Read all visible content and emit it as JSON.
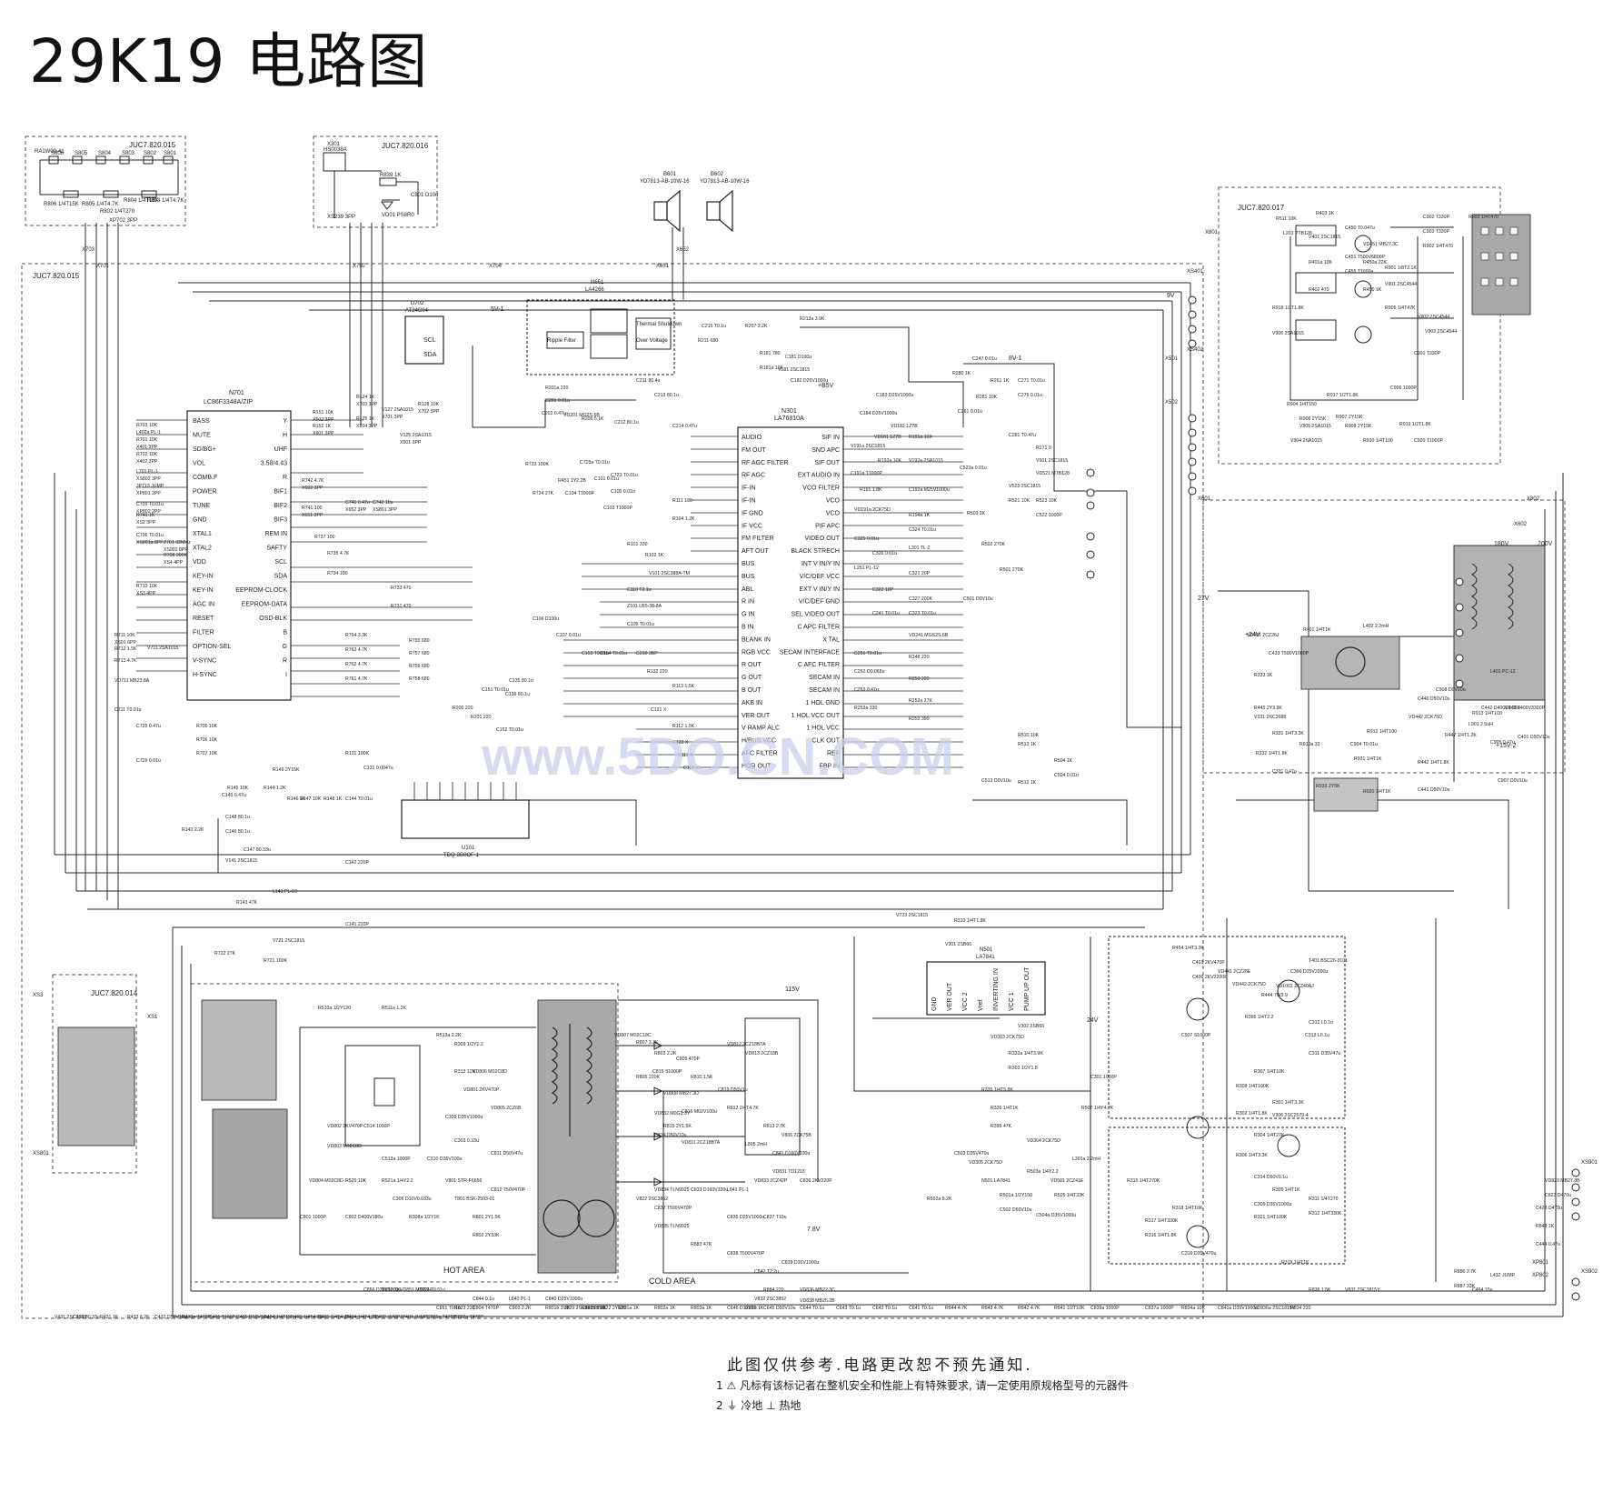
{
  "title": "29K19 电路图",
  "boards": [
    {
      "id": "JUC7.820.015",
      "label": "JUC7.820.015"
    },
    {
      "id": "JUC7.820.016",
      "label": "JUC7.820.016"
    },
    {
      "id": "JUC7.820.017",
      "label": "JUC7.820.017"
    },
    {
      "id": "JUC7.820.014",
      "label": "JUC7.820.014"
    },
    {
      "id": "JUC7.820.015b",
      "label": "JUC7.820.015"
    }
  ],
  "ics": [
    {
      "id": "N701",
      "ref": "N701",
      "part": "LC86F3348A/ZIP"
    },
    {
      "id": "N301",
      "ref": "N301",
      "part": "LA76810A"
    },
    {
      "id": "N651",
      "ref": "N651",
      "part": "LA4266"
    },
    {
      "id": "N501",
      "ref": "N501",
      "part": "LA7841"
    },
    {
      "id": "D702",
      "ref": "D702",
      "part": "AT24C04"
    },
    {
      "id": "U101",
      "ref": "U101",
      "part": "TDQ-3B0OF-1"
    }
  ],
  "n701_pins_left": [
    "BASS",
    "MUTE",
    "SD/BG+",
    "VOL",
    "COMB.F",
    "POWER",
    "TUNE",
    "GND",
    "XTAL1",
    "XTAL2",
    "VDD",
    "KEY-IN",
    "KEY-IN",
    "AGC IN",
    "RESET",
    "FILTER",
    "OPTION-SEL",
    "V-SYNC",
    "H-SYNC"
  ],
  "n701_pins_right": [
    "Y",
    "H",
    "UHF",
    "3.58/4.43",
    "R",
    "BIF1",
    "BIF2",
    "BIF3",
    "REM IN",
    "SAFTY",
    "SCL",
    "SDA",
    "EEPROM-CLOCK",
    "EEPROM-DATA",
    "OSD-BLK",
    "B",
    "G",
    "R",
    "I"
  ],
  "n301_pins_left": [
    "AUDIO",
    "FM OUT",
    "RF AGC FILTER",
    "RF AGC",
    "IF-IN",
    "IF-IN",
    "IF GND",
    "IF VCC",
    "FM FILTER",
    "AFT OUT",
    "BUS",
    "BUS",
    "ABL",
    "R IN",
    "G IN",
    "B IN",
    "BLANK IN",
    "RGB VCC",
    "R OUT",
    "G OUT",
    "B OUT",
    "AKB IN",
    "VER OUT",
    "V RAMP ALC",
    "H/BUS VCC",
    "AFC FILTER",
    "HOR OUT"
  ],
  "n301_pins_right": [
    "SIF IN",
    "SND APC",
    "SIF OUT",
    "EXT AUDIO IN",
    "VCO FILTER",
    "VCO",
    "VCO",
    "PIF APC",
    "VIDEO OUT",
    "BLACK STRECH",
    "INT V IN/Y IN",
    "V/C/DEF VCC",
    "EXT V IN/Y IN",
    "V/C/DEF GND",
    "SEL VIDEO OUT",
    "C APC FILTER",
    "X TAL",
    "SECAM INTERFACE",
    "C AFC FILTER",
    "SECAM IN",
    "SECAM IN",
    "1 HOL GND",
    "1 HOL VCC OUT",
    "1 HOL VCC",
    "CLK OUT",
    "REF",
    "FBP IN"
  ],
  "n501_pins": [
    "GND",
    "VER OUT",
    "VCC 2",
    "Vref",
    "INVERTING IN",
    "VCC 1",
    "PUMP UP OUT"
  ],
  "ic_inner_labels": [
    "Thermal Shutdown",
    "Over Voltage",
    "Ripple Filter"
  ],
  "speakers": [
    {
      "ref": "B601",
      "part": "YD7813-AB-10W-16"
    },
    {
      "ref": "B602",
      "part": "YD7813-AB-10W-16"
    }
  ],
  "voltage_labels": [
    "5V-1",
    "8V-1",
    "9V",
    "+B5V",
    "115V",
    "24V",
    "7.8V",
    "27V",
    "+24V",
    "+15V-2",
    "180V",
    "200V"
  ],
  "area_labels": {
    "hot": "HOT AREA",
    "cold": "COLD AREA"
  },
  "component_labels": [
    "R703 10K",
    "R701 10K",
    "R702 10K",
    "R124 1K",
    "R125 1K",
    "R128 10K",
    "V127 2SA1015",
    "V125 2SA1015",
    "R151 10K",
    "R152 1K",
    "R742 4.7K",
    "R741 100",
    "C741 0.47u",
    "C742 10u",
    "L701 PL-1",
    "JP713 JUMP",
    "C703 T0.01u",
    "R741 1K",
    "C706 T0.01u",
    "Z701 32MHz",
    "R708 300K",
    "R710 10K",
    "R711 10K",
    "R712 1.5K",
    "R713 4.7K",
    "V711 2SA1015",
    "VD711 MB23.8A",
    "C711 T0.01u",
    "C725 0.47u",
    "R735 4.7K",
    "R737 100",
    "R734 100",
    "R733 470",
    "R731 470",
    "R764 3.3K",
    "R763 4.7K",
    "R762 4.7K",
    "R761 4.7K",
    "R755 680",
    "R757 680",
    "R756 680",
    "R758 680",
    "R705 10K",
    "R706 10K",
    "R707 10K",
    "C729 0.01u",
    "R131 100K",
    "C131 0.0047u",
    "R149 2Y15K",
    "R144 1.2K",
    "R145 10K",
    "R146 1K",
    "R147 10K",
    "R148 1K",
    "C144 T0.01u",
    "C145 0.47u",
    "C148 80.1u",
    "C146 80.1u",
    "C147 80.33u",
    "V141 2SC1815",
    "R142 2.2K",
    "C142 220P",
    "L141 PL-10",
    "R143 47K",
    "C141 220P",
    "V721 2SC1815",
    "R721 100K",
    "R722 27K",
    "V723 2SC1815",
    "R723 100K",
    "R724 27K",
    "C723 T0.01u",
    "C725a T0.01u",
    "R451 1Y2.2B",
    "C101 0.01u",
    "C105 0.01u",
    "C104 T1000P",
    "C103 T1000P",
    "R111 180",
    "R104 1.2K",
    "R101 330",
    "R102 1K",
    "V101 2SC388A-TM",
    "C110 T2.1u",
    "Z101 LB5-38-8A",
    "C109 T0.01u",
    "C106 D100u",
    "C107 0.01u",
    "C135 80.1u",
    "C136 80.1u",
    "R200 220",
    "R201 220",
    "C151 T0.01u",
    "C152 T0.01u",
    "C153 T0.01u",
    "C154 T0.01u",
    "C210 3BP",
    "R132 220",
    "R113 1.5K",
    "R112 1.5K",
    "C121 X",
    "C123 X",
    "C111 X",
    "C112 X",
    "R201a 220",
    "C201 0.01u",
    "C202 0.47u",
    "VD201 MG2S.6B",
    "R206 5.1K",
    "C212 80.1u",
    "C211 80.4u",
    "C213 80.1u",
    "C214 0.47u",
    "C215 T0.1u",
    "R211 680",
    "R207 2.2K",
    "R213a 3.9K",
    "C181 D100u",
    "R181 780",
    "R181a 10K",
    "V181 2SC1815",
    "C182 D25V1000u",
    "C183 D25V1000u",
    "C184 D25V1000u",
    "VD182 1Z7B",
    "VD181 1Z7B",
    "R191a 10K",
    "V191a 2SC1815",
    "R192a 10K",
    "V192a 2SA1015",
    "C191a T1000P",
    "R191 1.8K",
    "C192a M25V1000u",
    "VD191a 2CK75D",
    "R194a 1K",
    "C324 T0.01u",
    "C325 0.01u",
    "L301 TL-2",
    "C326 0.01u",
    "L251 PL-12",
    "C321 20P",
    "C327 200K",
    "C322 18P",
    "C323 T0.01u",
    "C241 T0.01u",
    "VD241 MGS2S.6B",
    "R248 220",
    "R250 220",
    "C251 T0.01u",
    "C252 D0.068u",
    "C253 0.47u",
    "R253a 330",
    "R252a 27K",
    "R253 390",
    "C247 0.01u",
    "R280 1K",
    "R281 10K",
    "C261 0.01u",
    "R261 1K",
    "C271 T0.01u",
    "C275 0.01u",
    "C281 T0.47u",
    "R271 0",
    "V501 2SC1815",
    "VD521 MTB128",
    "V523 2SC1815",
    "R521 10K",
    "R523 10K",
    "C522 1000P",
    "C523a 0.01u",
    "C501 D0V10u",
    "R501 270K",
    "R502 270K",
    "R503 1K",
    "R504 1K",
    "C504 0.01u",
    "R512 1K",
    "C513 D0V10u",
    "R513 1K",
    "R510 10K",
    "R511 10K",
    "L201 PTB128",
    "V401 2SC1815",
    "R401a 10K",
    "R402 470",
    "R403 1K",
    "C450 T0.047u",
    "C451 T500V6800P",
    "C455 T1000u",
    "VD451 MB27.3C",
    "R450a 22K",
    "R450 1K",
    "R901 1/8T2.1K",
    "V901 2SC4544",
    "R905 1/4T47K",
    "V902 2SC4544",
    "V903 2SC4544",
    "C901 T330P",
    "C902 T330P",
    "C903 T330P",
    "R902 1/4T470",
    "R903 1/4T470",
    "R904 1/4T150",
    "R906 2Y15K",
    "R907 2Y15K",
    "R908 2Y15K",
    "V904 2SA1015",
    "V905 2SA1015",
    "V906 2SA1015",
    "C906 1000P",
    "R917 1/2T1.8K",
    "R918 1/2T1.8K",
    "R919 1/2T1.8K",
    "C920 T1000P",
    "R910 1/4T100",
    "R912 1/4T100",
    "C904 T0.01u",
    "R931 1/4T1K",
    "R933 2Y5K",
    "R920 1/4T1K",
    "L901 2.5uH",
    "C905 0.47u",
    "C907 D0V10u",
    "C908 D0V10u",
    "R913 1/4T100",
    "R910a 33",
    "V331 2SC2688",
    "R331 1/4T3.3K",
    "R332 1/4T1.8K",
    "C331 0.47u",
    "R333 1K",
    "C433 T500V1000P",
    "R445 2Y3.9K",
    "C446 D50V10u",
    "VD442 2CK75D",
    "R447 1/4T1.2K",
    "R442 1/4T1.8K",
    "C441 D50V10u",
    "C442 D400V0.33u",
    "C443 T400V3300P",
    "L401 PC-12",
    "L402 2.2mH",
    "VD401 2CZ26J",
    "R401 1/4T1K",
    "C401 D50V10u",
    "C403 2KV470P",
    "C436 2KV2200P",
    "R454 1/4T3.3K",
    "VD441 2CZ26E",
    "VD442 2CK75D",
    "R444 7W3.9",
    "VD1001 2CZ40AJ",
    "R366 1/4T2.2",
    "C366 D25V2000u",
    "T401 BSC26-3101",
    "C312 L0.1u",
    "C313 L0.1u",
    "C311 D35V47u",
    "R307 1/4T10K",
    "R308 1/4T100K",
    "R301 1/4T3.3K",
    "R302 1/4T1.8K",
    "V306 2SC2579-4",
    "R304 1/4T27K",
    "R306 1/4T3.3K",
    "C314 D50V0.1u",
    "R305 1/4T1K",
    "C305 D35V1000u",
    "R321 1/4T100K",
    "R317 1/4T330K",
    "R316 1/4T1.8K",
    "R315 1/4T270K",
    "R318 1/4T10K",
    "C316 D35V470u",
    "R319 1/4T1K",
    "R311 1/4T270",
    "R312 1/4T330K",
    "R310 1/4T1.8K",
    "V301 2SB66",
    "V302 2SB66",
    "VD303 2CK75D",
    "R332a 1/4T3.9K",
    "R303 1/2Y1.8",
    "C301 1000P",
    "R335 1/4T5.8K",
    "R336 1/4T1K",
    "R399 47K",
    "VD304 2CK75D",
    "VD305 2CK75D",
    "N501 LA7841",
    "R501a 1/2Y150",
    "R502a 8.2K",
    "C502 D50V10u",
    "VD501 2CZ41E",
    "R503a 1/4Y2.2",
    "L301a 2.2mH",
    "C503 D35V470u",
    "R505 1/4T33K",
    "C504a D35V1000u",
    "R507 1/4Y4.7K",
    "C507 S1000P",
    "R510a 1/2Y120",
    "R511a 1.2K",
    "R513a 2.2K",
    "C513a 1000P",
    "C514 1000P",
    "R520 10K",
    "R521a 1/4Y2.2",
    "C306 D10V0.033u",
    "R308a 1/2Y1K",
    "R309 1/2Y2.2",
    "R313 12K",
    "C309 D35V1000u",
    "C303 0.33u",
    "C310 D35V100u",
    "V801 STR-F6656",
    "T801 BSK-2503-01",
    "VD801 2KV470P",
    "VD802 2KV470P",
    "VD803 M02C8D",
    "VD804 M02C8D",
    "C801 1000P",
    "C802 D400V180u",
    "R801 2Y1.5K",
    "R802 2Y33K",
    "C811 D50V47u",
    "VD805 2CZ6B",
    "VD806 M02C8D",
    "C812 T50V470P",
    "VD807 M02C18C",
    "R807 3.3K",
    "R803 2.2K",
    "C805 470P",
    "C815 S1000P",
    "R805 220K",
    "VD808 MB27.3D",
    "R810 1.5K",
    "VD832 M0G3.3Y",
    "C816 M02V100u",
    "R815 2Y1.5K",
    "C814 D50V10u",
    "VD811 2CZ18BTA",
    "VD812 2CZ18BTA",
    "VD813 2CZ18B",
    "C819 D50V1u",
    "R812 2/4T4.7K",
    "R813 2.7K",
    "V806 2CK75B",
    "L805 2mH",
    "C841 D160V330u",
    "VD831 TD1203",
    "VD833 2CZ42P",
    "C836 2KV220P",
    "C833 D160V330u",
    "C835 D25V1000u",
    "C837 T10u",
    "VD834 TLN9025",
    "C832 T500V470P",
    "VD835 TLN9025",
    "C838 T500V470P",
    "C842 T2.2u",
    "C839 D35V1000u",
    "R883 47K",
    "R884 220",
    "VD836 MB22.3C",
    "V832 2SC3852",
    "VD838 MB25.2B",
    "R888 1K",
    "V822 2SC3852",
    "L841 PL-1",
    "C844 0.1u",
    "L842 PL-1",
    "C840 D25V1000u",
    "V829 2SC1815Y",
    "R821 2Y56",
    "R822 2Y120",
    "R823 220",
    "C851 T0.1u",
    "C852 T0.01u",
    "VD851 MB13H",
    "R850 1K",
    "C856 D25V1000u",
    "VD823 MB27.8B",
    "C823 D470u",
    "C428 D470u",
    "R848 1K",
    "C444 0.47u",
    "L432 JUMP",
    "C464 15u",
    "R886 2.7K",
    "R887 33K",
    "V831 2SC1815Y",
    "R836 1.5K",
    "R834 220",
    "VD836a 2SC1815Y",
    "C841a D35V1000u",
    "R834a 10K",
    "C837a 1000P",
    "C839a 1000P",
    "R641 1/2T10K",
    "R642 4.7K",
    "R643 4.7K",
    "R644 4.7K",
    "C641 T0.1u",
    "C642 T0.1u",
    "C643 T0.1u",
    "C644 T0.1u",
    "C645 D50V10u",
    "C646 D10V2u",
    "R803a 1K",
    "R802a 1K",
    "R801a 1K",
    "R802b 2.2K",
    "R801b 3.3K",
    "C803 2.2K",
    "C804 T470P",
    "C802a T470P",
    "C801a T470P",
    "JP401 JUMP",
    "JP402 JUMP",
    "R404 1/4T4.7K",
    "R405 1/4T4.7K",
    "R406 1/4T4.7K",
    "C404 1/4T1K",
    "C405 D50V10u",
    "C406 T100P",
    "C433a T470P",
    "C432 D50V10u",
    "R433 8.2K",
    "R431 1K",
    "C431 80.33u",
    "V431 2SC2688",
    "L402a PL-1",
    "X401 3PP",
    "X402 3PP",
    "X703 3PP",
    "X704 3PP",
    "X702 3PP",
    "X701 3PP",
    "X501 3PP",
    "X502 3PP",
    "X601 3PP",
    "X602 3PP",
    "X651 3PP",
    "X652 3PP",
    "XS801 3PP",
    "XS802 3PP",
    "XP801 2PP",
    "XP802 2PP",
    "XS2 3PP",
    "XS801a 8PP",
    "XS902 8PP",
    "XS4 4PP",
    "XS3 4PP",
    "XS01 6PP"
  ],
  "connector_labels": [
    "X701",
    "X702",
    "X703",
    "X704",
    "X651",
    "X652",
    "X501",
    "X502",
    "X601",
    "X602",
    "X801",
    "X802",
    "XS901",
    "XS902",
    "XS401",
    "XS402",
    "XS1",
    "XS3",
    "XS801",
    "XP801",
    "XP802",
    "JP401",
    "JP402"
  ],
  "watermark": "www.5DO.CN.COM",
  "notes": {
    "main": "此图仅供参考.电路更改恕不预先通知.",
    "item1": "1 ⚠ 凡标有该标记者在整机安全和性能上有特殊要求, 请一定使用原规格型号的元器件",
    "item2": "2 ⏚ 冷地    ⊥ 热地"
  },
  "colors": {
    "ink": "#222222",
    "paper": "#ffffff",
    "shade": "#a9a9a9",
    "watermark": "#c9cfee"
  }
}
